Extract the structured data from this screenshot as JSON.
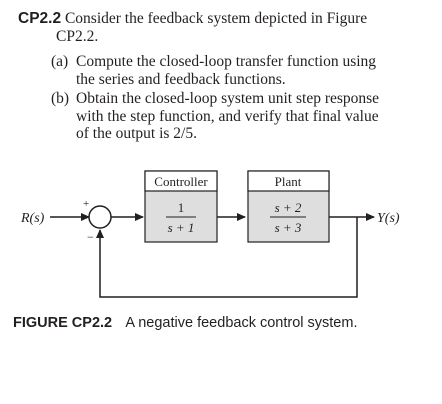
{
  "problem": {
    "number": "CP2.2",
    "statement_line1": "Consider the feedback system depicted in Figure",
    "statement_line2": "CP2.2.",
    "parts": [
      {
        "label": "(a)",
        "lines": [
          "Compute the closed-loop transfer function using",
          "the series and feedback functions."
        ]
      },
      {
        "label": "(b)",
        "lines": [
          "Obtain the closed-loop system unit step response",
          "with the step function, and verify that final value",
          "of the output is 2/5."
        ]
      }
    ]
  },
  "diagram": {
    "input_label": "R(s)",
    "output_label": "Y(s)",
    "plus_sign": "+",
    "minus_sign": "−",
    "controller": {
      "title": "Controller",
      "numerator": "1",
      "denominator": "s + 1"
    },
    "plant": {
      "title": "Plant",
      "numerator": "s + 2",
      "denominator": "s + 3"
    }
  },
  "caption": {
    "label": "FIGURE CP2.2",
    "text": "A negative feedback control system."
  },
  "colors": {
    "block_fill": "#dededf",
    "title_fill": "#ffffff",
    "line": "#231f20"
  }
}
